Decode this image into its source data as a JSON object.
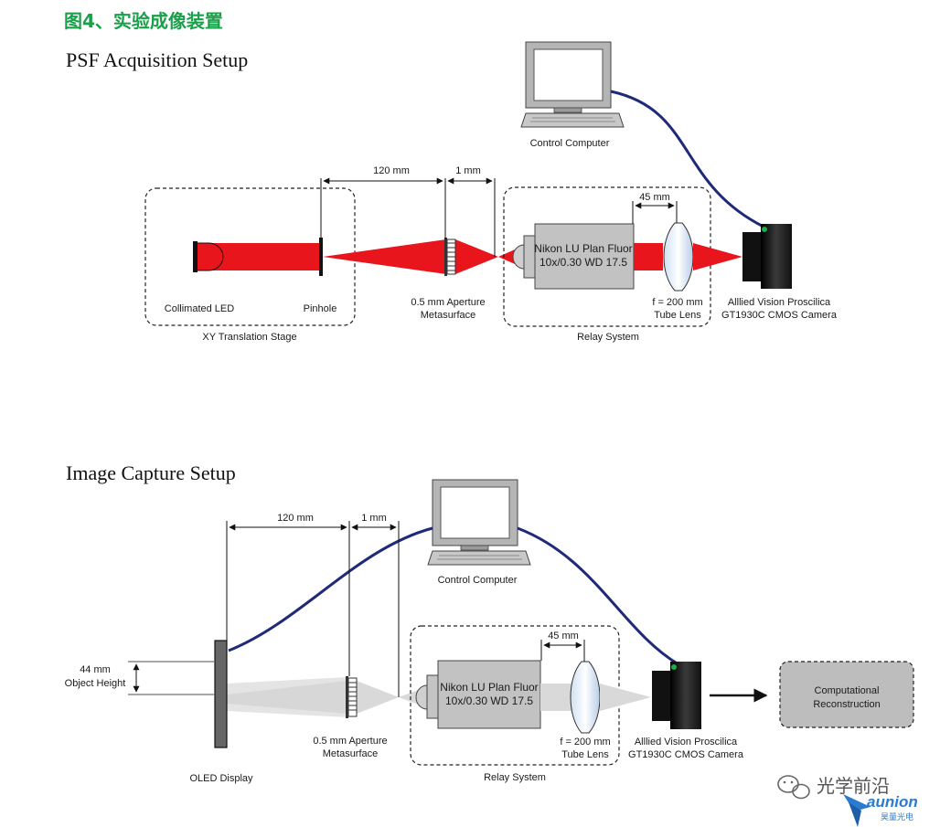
{
  "figure_caption": "图4、实验成像装置",
  "colors": {
    "beam_red": "#e8161c",
    "beam_gray": "#d9d9d9",
    "cable": "#1f2a78",
    "caption_green": "#1aa04a",
    "box_gray": "#bdbdbd"
  },
  "psf": {
    "title": "PSF Acquisition Setup",
    "computer_label": "Control Computer",
    "dim_120": "120 mm",
    "dim_1": "1 mm",
    "dim_45": "45 mm",
    "led_label": "Collimated LED",
    "pinhole_label": "Pinhole",
    "stage_label": "XY Translation Stage",
    "meta_label_1": "0.5 mm Aperture",
    "meta_label_2": "Metasurface",
    "objective_1": "Nikon  LU Plan Fluor",
    "objective_2": "10x/0.30 WD 17.5",
    "tube_1": "f = 200 mm",
    "tube_2": "Tube Lens",
    "relay_label": "Relay System",
    "camera_1": "Alllied Vision Proscilica",
    "camera_2": "GT1930C CMOS Camera"
  },
  "capture": {
    "title": "Image Capture Setup",
    "computer_label": "Control Computer",
    "dim_120": "120 mm",
    "dim_1": "1 mm",
    "dim_45": "45 mm",
    "height_1": "44 mm",
    "height_2": "Object Height",
    "display_label": "OLED Display",
    "meta_label_1": "0.5 mm Aperture",
    "meta_label_2": "Metasurface",
    "objective_1": "Nikon  LU Plan Fluor",
    "objective_2": "10x/0.30 WD 17.5",
    "tube_1": "f = 200 mm",
    "tube_2": "Tube Lens",
    "relay_label": "Relay System",
    "camera_1": "Alllied Vision Proscilica",
    "camera_2": "GT1930C CMOS Camera",
    "recon_1": "Computational",
    "recon_2": "Reconstruction"
  },
  "watermark": {
    "text": "光学前沿",
    "brand": "aunion",
    "brand_sub": "昊量光电"
  }
}
